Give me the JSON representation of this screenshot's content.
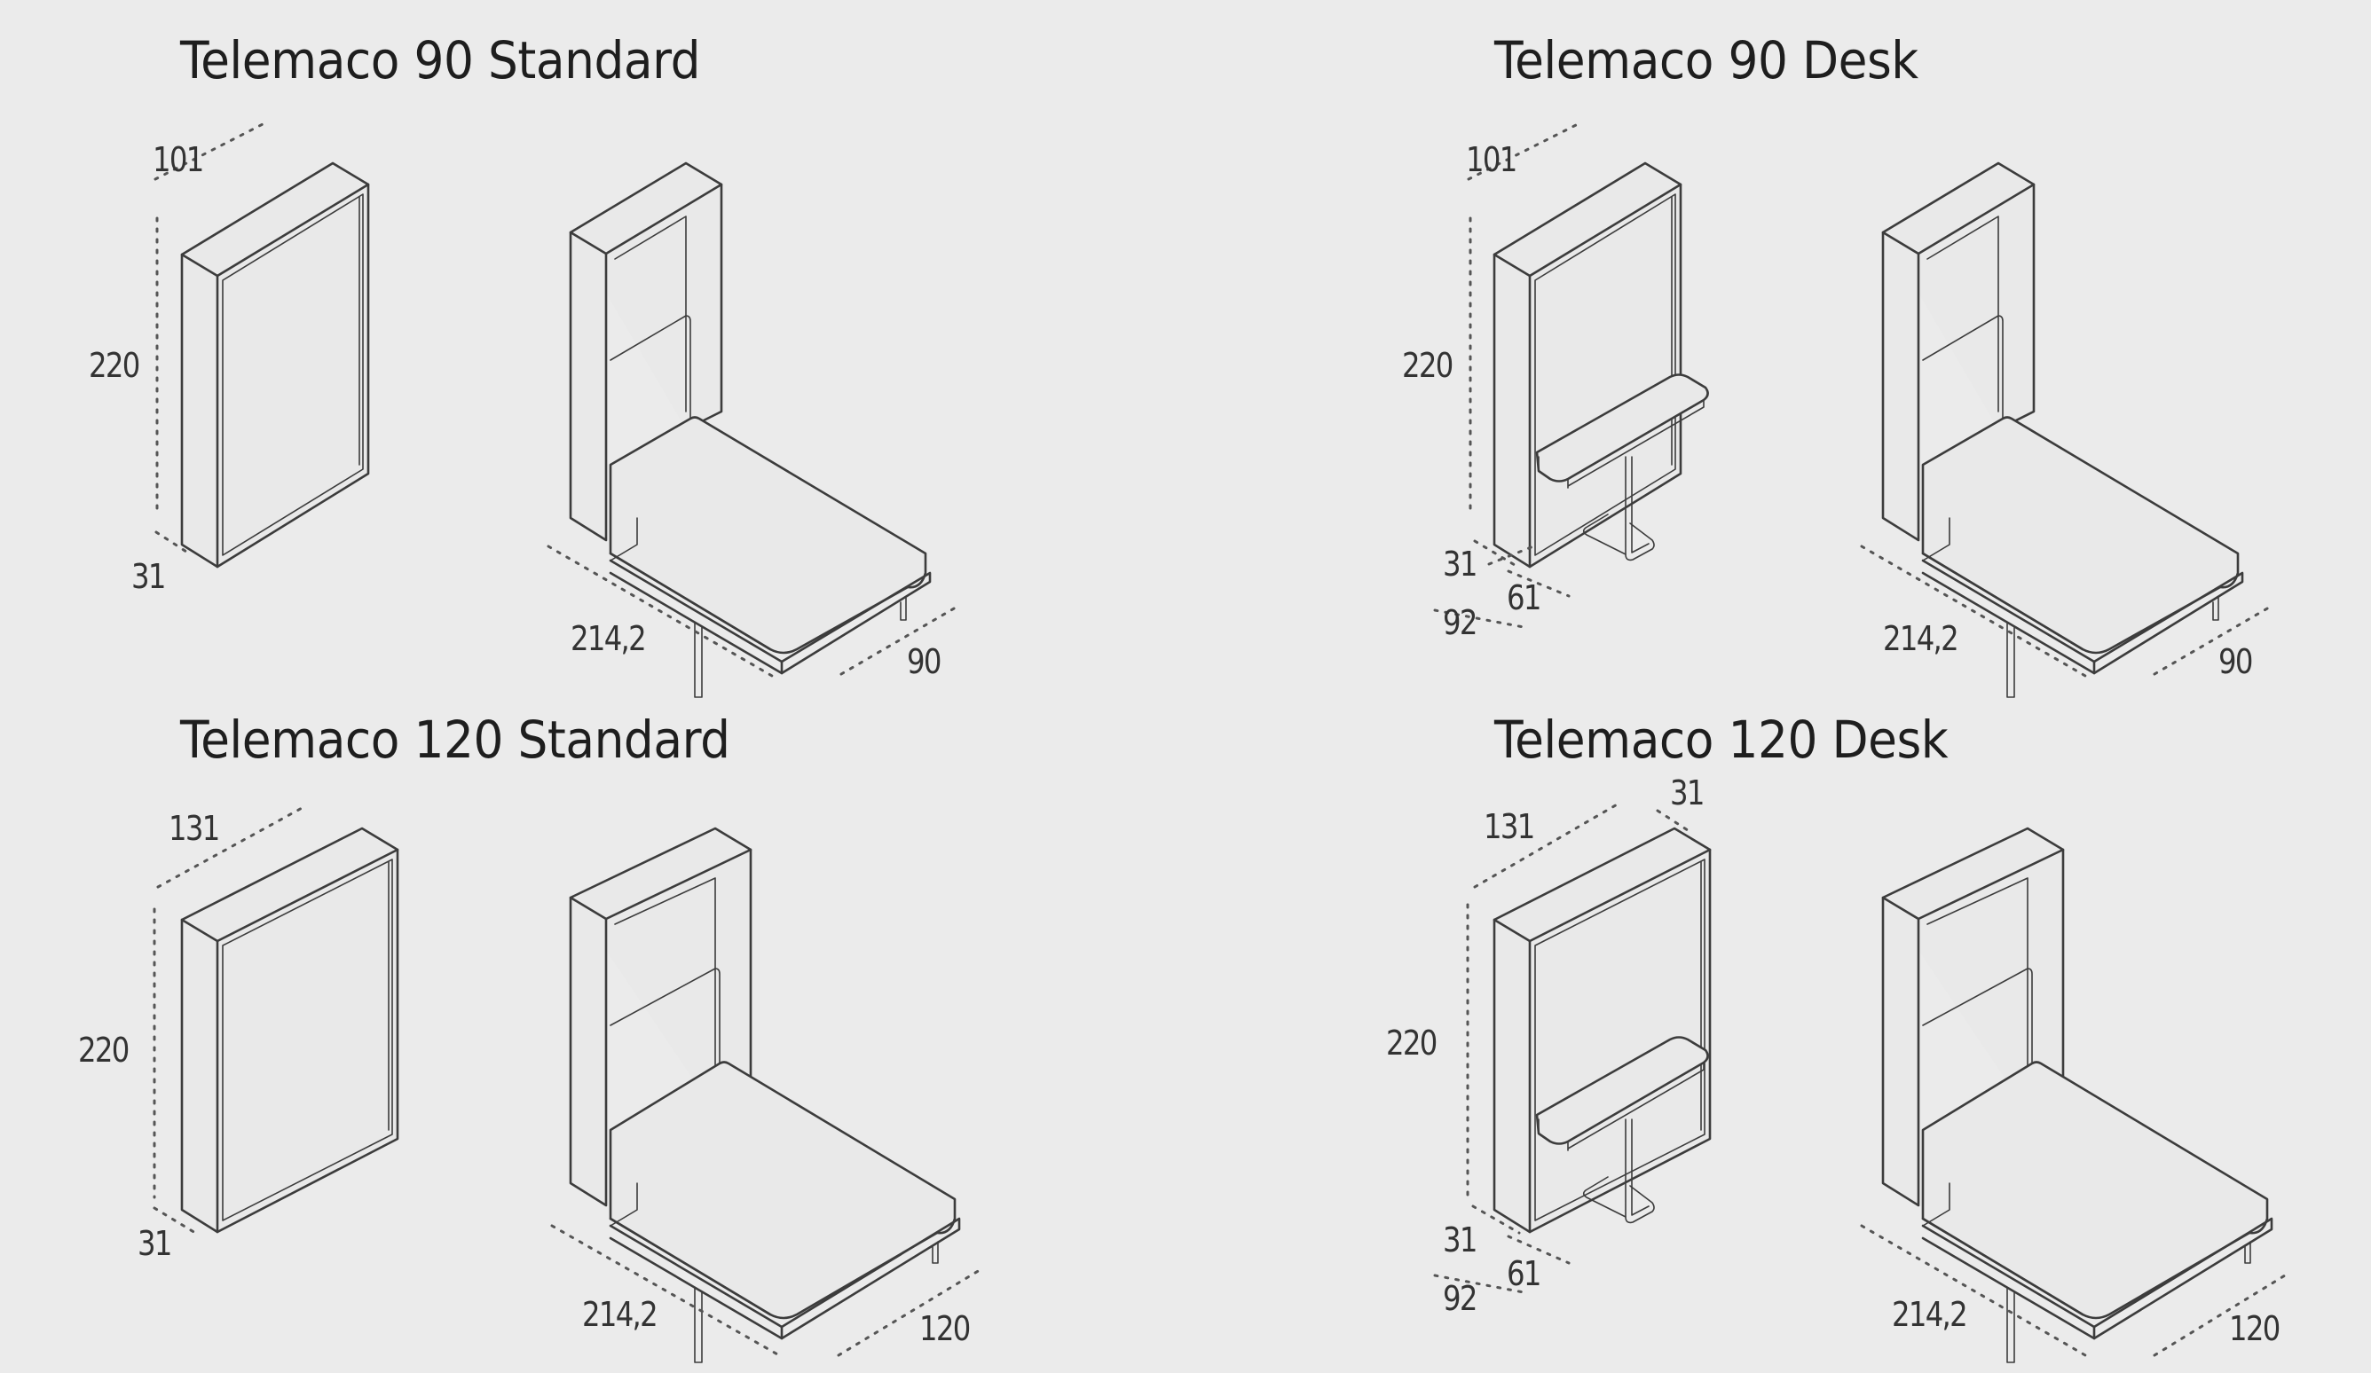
{
  "colors": {
    "background": "#ebebeb",
    "line": "#3c3c3c",
    "dimension_line": "#555555",
    "text": "#1e1e1e"
  },
  "units": "cm",
  "panels": [
    {
      "title": "Telemaco 90 Standard",
      "closed": {
        "width": "101",
        "height": "220",
        "depth": "31"
      },
      "open": {
        "length": "214,2",
        "width": "90"
      }
    },
    {
      "title": "Telemaco 90 Desk",
      "closed": {
        "width": "101",
        "height": "220",
        "depth": "31",
        "desk_depth": "61",
        "total_depth": "92"
      },
      "open": {
        "length": "214,2",
        "width": "90"
      }
    },
    {
      "title": "Telemaco 120 Standard",
      "closed": {
        "width": "131",
        "height": "220",
        "depth": "31"
      },
      "open": {
        "length": "214,2",
        "width": "120"
      }
    },
    {
      "title": "Telemaco 120 Desk",
      "closed": {
        "width": "131",
        "height": "220",
        "depth": "31",
        "top_depth": "31",
        "desk_depth": "61",
        "total_depth": "92"
      },
      "open": {
        "length": "214,2",
        "width": "120"
      }
    }
  ]
}
